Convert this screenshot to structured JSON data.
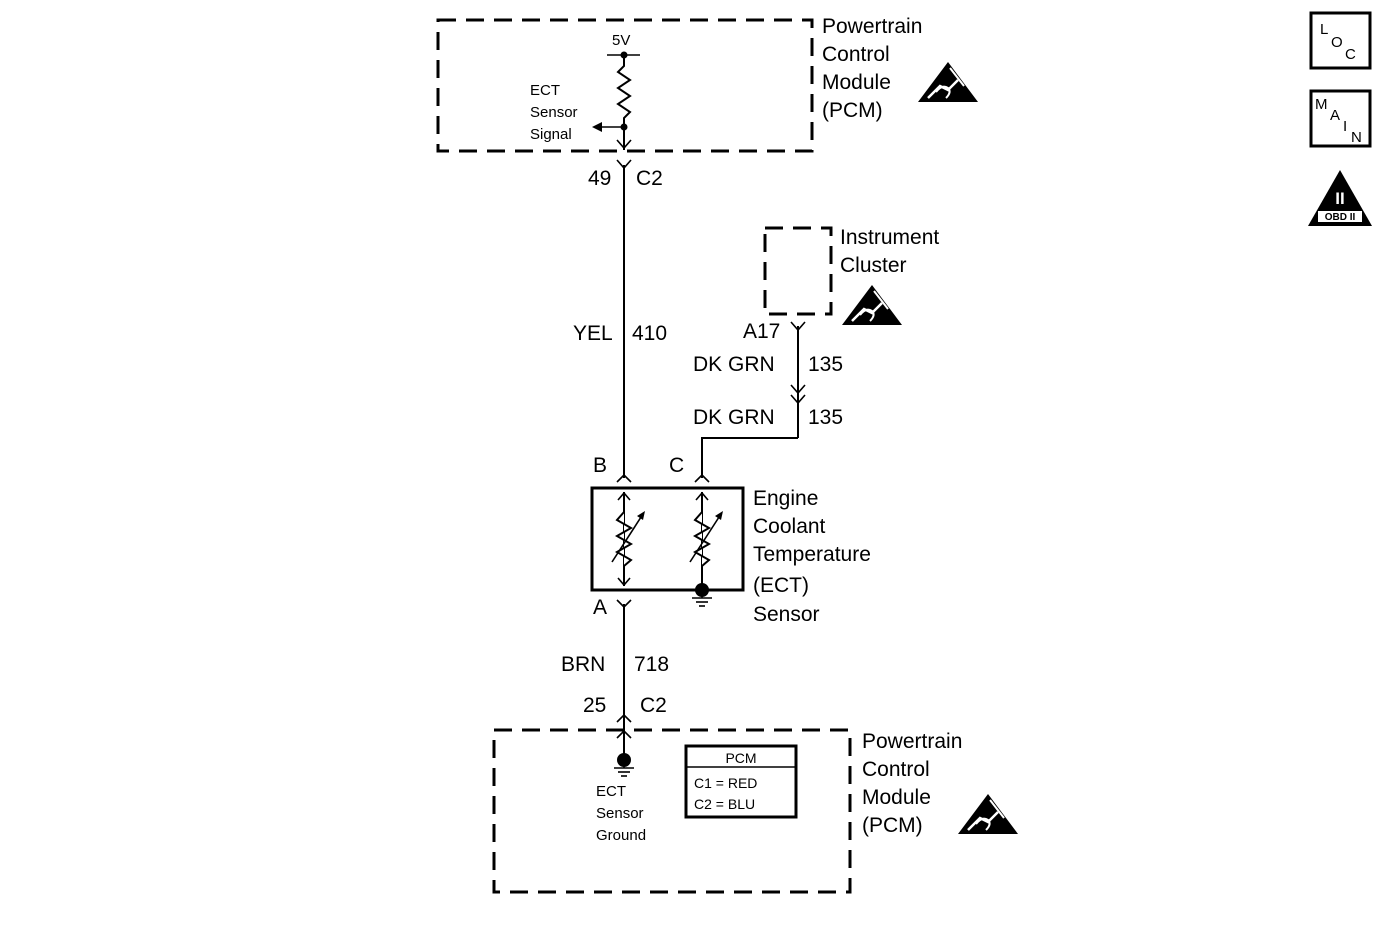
{
  "pcm_top": {
    "title": [
      "Powertrain",
      "Control",
      "Module",
      "(PCM)"
    ],
    "voltage": "5V",
    "signal": [
      "ECT",
      "Sensor",
      "Signal"
    ],
    "pin": "49",
    "connector": "C2"
  },
  "wire_410": {
    "color": "YEL",
    "circuit": "410"
  },
  "instrument_cluster": {
    "title": [
      "Instrument",
      "Cluster"
    ],
    "pin": "A17"
  },
  "wire_135_upper": {
    "color": "DK GRN",
    "circuit": "135"
  },
  "wire_135_lower": {
    "color": "DK GRN",
    "circuit": "135"
  },
  "sensor": {
    "title": [
      "Engine",
      "Coolant",
      "Temperature",
      "(ECT)",
      "Sensor"
    ],
    "pin_b": "B",
    "pin_c": "C",
    "pin_a": "A"
  },
  "wire_718": {
    "color": "BRN",
    "circuit": "718"
  },
  "pcm_bottom": {
    "title": [
      "Powertrain",
      "Control",
      "Module",
      "(PCM)"
    ],
    "pin": "25",
    "connector": "C2",
    "ground": [
      "ECT",
      "Sensor",
      "Ground"
    ],
    "legend_title": "PCM",
    "legend": [
      "C1 = RED",
      "C2 = BLU"
    ]
  },
  "side_icons": {
    "loc": [
      "L",
      "O",
      "C"
    ],
    "main": [
      "M",
      "A",
      "I",
      "N"
    ],
    "obd": {
      "roman": "II",
      "text": "OBD II"
    }
  },
  "icon_names": [
    "esd-warning-icon",
    "loc-icon",
    "main-icon",
    "obd-ii-icon",
    "ground-icon",
    "thermistor-icon"
  ]
}
